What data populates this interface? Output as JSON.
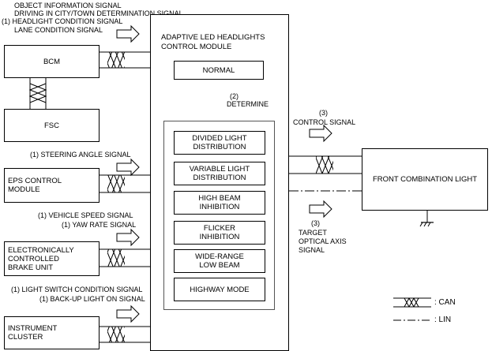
{
  "module": {
    "title": "ADAPTIVE LED HEADLIGHTS\nCONTROL MODULE",
    "normal": "NORMAL",
    "determine_prefix": "(2)",
    "determine": "DETERMINE",
    "functions": [
      "DIVIDED  LIGHT\nDISTRIBUTION",
      "VARIABLE LIGHT\nDISTRIBUTION",
      "HIGH BEAM\nINHIBITION",
      "FLICKER\nINHIBITION",
      "WIDE-RANGE\nLOW BEAM",
      "HIGHWAY MODE"
    ]
  },
  "units": {
    "bcm": "BCM",
    "fsc": "FSC",
    "eps": "EPS CONTROL\nMODULE",
    "brake": "ELECTRONICALLY\nCONTROLLED\nBRAKE UNIT",
    "cluster": "INSTRUMENT\nCLUSTER",
    "front_light": "FRONT COMBINATION LIGHT"
  },
  "signals": {
    "bcm": [
      "OBJECT INFORMATION SIGNAL",
      "DRIVING IN CITY/TOWN DETERMINATION SIGNAL",
      "(1)  HEADLIGHT CONDITION SIGNAL",
      "LANE CONDITION SIGNAL"
    ],
    "eps": "(1) STEERING ANGLE SIGNAL",
    "brake": [
      "(1) VEHICLE SPEED SIGNAL",
      "(1) YAW RATE SIGNAL"
    ],
    "cluster": [
      "(1) LIGHT SWITCH CONDITION SIGNAL",
      "(1) BACK-UP LIGHT ON SIGNAL"
    ],
    "control_num": "(3)",
    "control": "CONTROL SIGNAL",
    "optical_num": "(3)",
    "optical": "TARGET\nOPTICAL AXIS\nSIGNAL"
  },
  "legend": {
    "can": ": CAN",
    "lin": ": LIN"
  }
}
